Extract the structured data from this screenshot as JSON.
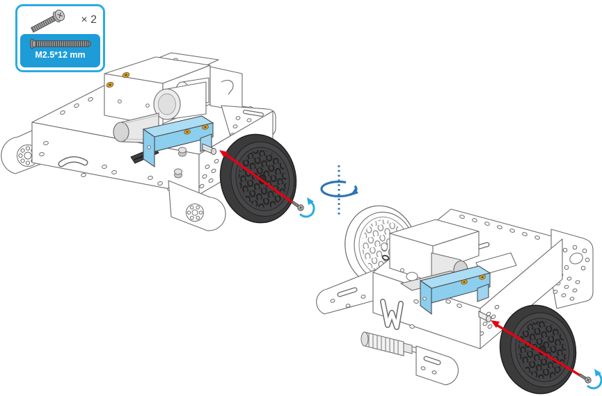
{
  "callout": {
    "quantity": "× 2",
    "screw_label": "M2.5*12 mm"
  },
  "colors": {
    "callout_border": "#29ABE2",
    "callout_box_fill": "#1E9CD8",
    "lineart_stroke": "#6a6a6a",
    "bracket_blue_side": "#8CCEEE",
    "bracket_blue_top": "#ABDDF5",
    "arrow_red": "#E60012",
    "screw_turn_arrow_blue": "#29ABE2",
    "rotation_arrow_blue": "#2E74B5",
    "insert_gold": "#D9A43C",
    "wheel_dark": "#3B3B3C"
  },
  "icons": {
    "callout_screw_side": "machine-screw-angled",
    "callout_screw_horizontal": "machine-screw-horizontal",
    "rotation_axis": "flip-rotation-axis-arrow",
    "insertion_arrow": "red-insertion-arrow",
    "screw_turn": "screw-driving-curl-arrow"
  }
}
